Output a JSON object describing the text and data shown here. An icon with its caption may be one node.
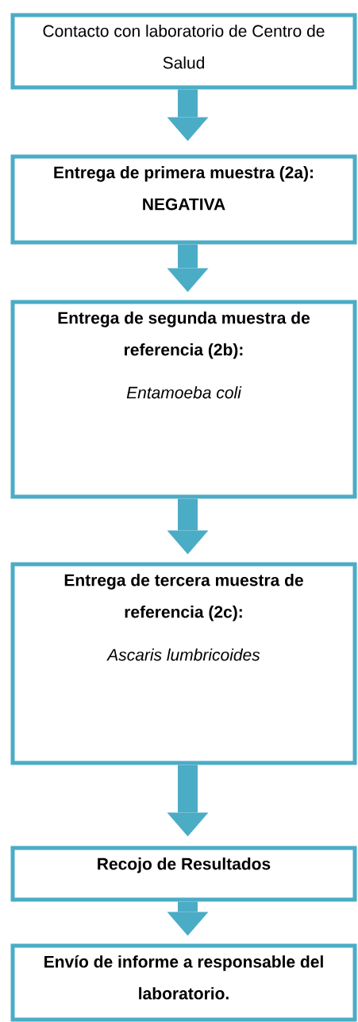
{
  "diagram": {
    "nodes": [
      {
        "text": [
          "Contacto con laboratorio de Centro de Salud"
        ]
      },
      {
        "text": [
          "Entrega de primera muestra (2a): NEGATIVA"
        ]
      },
      {
        "text": [
          "Entrega de segunda muestra de referencia (2b):",
          "Entamoeba coli"
        ]
      },
      {
        "text": [
          "Entrega de tercera muestra de referencia (2c):",
          "Ascaris lumbricoides"
        ]
      },
      {
        "text": [
          "Recojo de Resultados"
        ]
      },
      {
        "text": [
          "Envío de informe a responsable del laboratorio."
        ]
      }
    ],
    "edges": [
      {
        "from": 0,
        "to": 1,
        "arrow": "to"
      },
      {
        "from": 1,
        "to": 2,
        "arrow": "to"
      },
      {
        "from": 2,
        "to": 3,
        "arrow": "to"
      },
      {
        "from": 3,
        "to": 4,
        "arrow": "to"
      },
      {
        "from": 4,
        "to": 5,
        "arrow": "to"
      }
    ]
  }
}
